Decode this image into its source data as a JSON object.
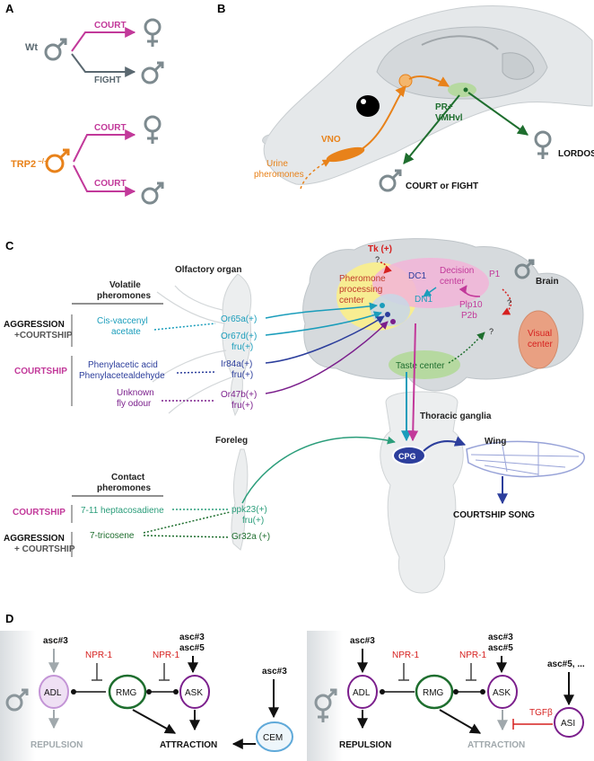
{
  "panels": {
    "a": "A",
    "b": "B",
    "c": "C",
    "d": "D"
  },
  "colors": {
    "magenta": "#c2399a",
    "grey": "#7d8a8f",
    "orange": "#e8821a",
    "green": "#1e6e2e",
    "teal": "#1a9dbb",
    "blue": "#2c3e9c",
    "purple": "#7b1f8c",
    "red": "#d6201f",
    "lightgreen": "#b6d9a0",
    "pink": "#f2b4d8",
    "yellow": "#fbee8a"
  },
  "panel_a": {
    "wt": "Wt",
    "trp2": "TRP2",
    "trp2_sup": "−/−",
    "court1": "COURT",
    "fight": "FIGHT",
    "court2": "COURT",
    "court3": "COURT"
  },
  "panel_b": {
    "vno": "VNO",
    "urine1": "Urine",
    "urine2": "pheromones",
    "pr1": "PR+",
    "pr2": "VMHvl",
    "lordosis": "LORDOSIS",
    "court_or_fight": "COURT or FIGHT"
  },
  "panel_c": {
    "olfactory_organ": "Olfactory organ",
    "volatile1": "Volatile",
    "volatile2": "pheromones",
    "aggression": "AGGRESSION",
    "plus_courtship": "+COURTSHIP",
    "courtship": "COURTSHIP",
    "cva1": "Cis-vaccenyl",
    "cva2": "acetate",
    "or65a": "Or65a(+)",
    "or67d": "Or67d(+)",
    "fru1": "fru(+)",
    "pa1": "Phenylacetic acid",
    "pa2": "Phenylacetealdehyde",
    "ir84a": "Ir84a(+)",
    "fru2": "fru(+)",
    "unk1": "Unknown",
    "unk2": "fly odour",
    "or47b": "Or47b(+)",
    "fru3": "fru(+)",
    "foreleg": "Foreleg",
    "contact1": "Contact",
    "contact2": "pheromones",
    "courtship2": "COURTSHIP",
    "aggression2": "AGGRESSION",
    "plus_courtship2": "+ COURTSHIP",
    "heptacosadiene": "7-11 heptacosadiene",
    "tricosene": "7-tricosene",
    "ppk23": "ppk23(+)",
    "fru4": "fru(+)",
    "gr32a": "Gr32a (+)",
    "tk": "Tk (+)",
    "q": "?",
    "pher_center1": "Pheromone",
    "pher_center2": "processing",
    "pher_center3": "center",
    "dc1": "DC1",
    "dn1": "DN1",
    "decision1": "Decision",
    "decision2": "center",
    "p1": "P1",
    "plp10": "Plp10",
    "p2b": "P2b",
    "brain": "Brain",
    "visual1": "Visual",
    "visual2": "center",
    "taste": "Taste center",
    "thoracic": "Thoracic ganglia",
    "cpg": "CPG",
    "wing": "Wing",
    "song": "COURTSHIP SONG"
  },
  "panel_d": {
    "left": {
      "asc3": "asc#3",
      "npr1a": "NPR-1",
      "npr1b": "NPR-1",
      "asc3b": "asc#3",
      "asc5": "asc#5",
      "adl": "ADL",
      "rmg": "RMG",
      "ask": "ASK",
      "cem_asc": "asc#3",
      "cem": "CEM",
      "repulsion": "REPULSION",
      "attraction": "ATTRACTION"
    },
    "right": {
      "asc3": "asc#3",
      "npr1a": "NPR-1",
      "npr1b": "NPR-1",
      "asc3b": "asc#3",
      "asc5": "asc#5",
      "asi_asc": "asc#5, ...",
      "adl": "ADL",
      "rmg": "RMG",
      "ask": "ASK",
      "asi": "ASI",
      "tgfb": "TGFβ",
      "repulsion": "REPULSION",
      "attraction": "ATTRACTION"
    }
  }
}
